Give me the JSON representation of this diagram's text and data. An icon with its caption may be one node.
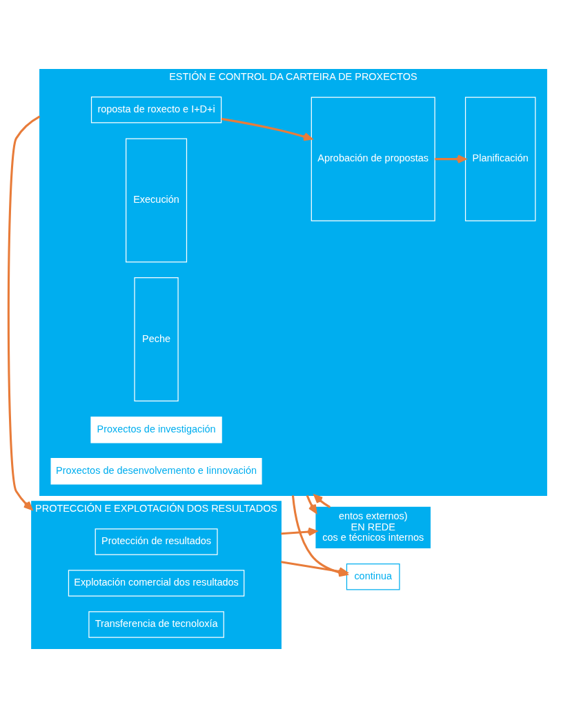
{
  "diagram": {
    "nodes": [
      {
        "text": [
          "entos externos)",
          "EN REDE",
          "cos e técnicos internos"
        ]
      },
      {
        "text": [
          "ESTIÓN E CONTROL DA CARTEIRA DE PROXECTOS"
        ]
      },
      {
        "text": [
          "roposta de roxecto e I+D+i"
        ],
        "in": 1
      },
      {
        "text": [
          "Aprobación de propostas"
        ],
        "in": 1
      },
      {
        "text": [
          "Planificación"
        ],
        "in": 1
      },
      {
        "text": [
          "Execución"
        ],
        "in": 1
      },
      {
        "text": [
          "Peche"
        ],
        "in": 1
      },
      {
        "text": [
          "Proxectos de investigación"
        ],
        "in": 1
      },
      {
        "text": [
          "Proxectos de desenvolvemento e Iinnovación"
        ],
        "in": 1
      },
      {
        "text": [
          "PROTECCIÓN E EXPLOTACIÓN DOS RESULTADOS"
        ]
      },
      {
        "text": [
          "Protección de resultados"
        ],
        "in": 9
      },
      {
        "text": [
          "Explotación comercial dos resultados"
        ],
        "in": 9
      },
      {
        "text": [
          "Transferencia de tecnoloxía"
        ],
        "in": 9
      },
      {
        "text": [
          "continua"
        ]
      }
    ],
    "edges": [
      {
        "from": 0,
        "to": 1,
        "arrow": "to"
      },
      {
        "from": 1,
        "to": 0,
        "arrow": "to"
      },
      {
        "from": 2,
        "to": 3,
        "arrow": "to"
      },
      {
        "from": 3,
        "to": 4,
        "arrow": "to"
      },
      {
        "from": 1,
        "to": 9,
        "arrow": "to"
      },
      {
        "from": 9,
        "to": 0,
        "arrow": "to"
      },
      {
        "from": 1,
        "to": 13,
        "arrow": "to"
      },
      {
        "from": 9,
        "to": 13,
        "arrow": "to"
      }
    ]
  }
}
